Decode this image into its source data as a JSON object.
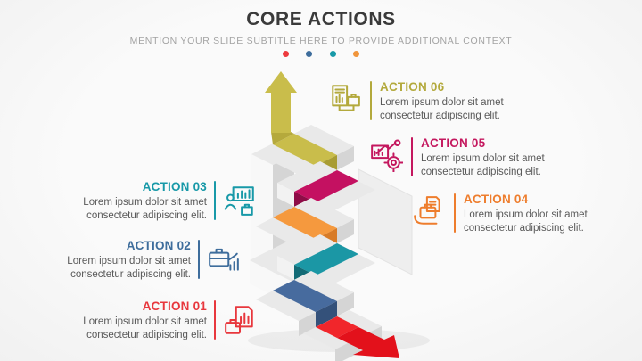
{
  "header": {
    "title": "CORE ACTIONS",
    "subtitle": "MENTION YOUR SLIDE SUBTITLE HERE TO PROVIDE ADDITIONAL CONTEXT",
    "dots": [
      {
        "name": "dot-red",
        "color": "#ed3b3e"
      },
      {
        "name": "dot-blue",
        "color": "#3e6d9c"
      },
      {
        "name": "dot-teal",
        "color": "#1899a8"
      },
      {
        "name": "dot-orange",
        "color": "#f0953c"
      }
    ]
  },
  "actions": [
    {
      "label": "ACTION 01",
      "description": "Lorem ipsum dolor sit amet consectetur adipiscing elit.",
      "color": "#e8373d",
      "icon": "briefcase-report-icon",
      "side": "left"
    },
    {
      "label": "ACTION 02",
      "description": "Lorem ipsum dolor sit amet consectetur adipiscing elit.",
      "color": "#3e6d9c",
      "icon": "briefcase-growth-chart-icon",
      "side": "left"
    },
    {
      "label": "ACTION 03",
      "description": "Lorem ipsum dolor sit amet consectetur adipiscing elit.",
      "color": "#1899a8",
      "icon": "presenter-chart-icon",
      "side": "left"
    },
    {
      "label": "ACTION 04",
      "description": "Lorem ipsum dolor sit amet consectetur adipiscing elit.",
      "color": "#ee7d2d",
      "icon": "hand-briefcase-icon",
      "side": "right"
    },
    {
      "label": "ACTION 05",
      "description": "Lorem ipsum dolor sit amet consectetur adipiscing elit.",
      "color": "#c4175e",
      "icon": "chart-target-icon",
      "side": "right"
    },
    {
      "label": "ACTION 06",
      "description": "Lorem ipsum dolor sit amet consectetur adipiscing elit.",
      "color": "#b3a93c",
      "icon": "document-organization-icon",
      "side": "right"
    }
  ],
  "staircase": {
    "type": "isometric-step-diagram",
    "ribbon_colors_top_to_bottom": [
      "#c9bd4b",
      "#c41161",
      "#f5993e",
      "#1b97a5",
      "#476b9e",
      "#f1262b"
    ],
    "up_arrow_color": "#c9bd4b",
    "down_arrow_color": "#e3111b",
    "structure_colors": {
      "top_faces": "#e9e9e9",
      "left_faces": "#f8f8f8",
      "right_faces": "#d5d5d5",
      "side_panel": "#eeeeee"
    }
  }
}
